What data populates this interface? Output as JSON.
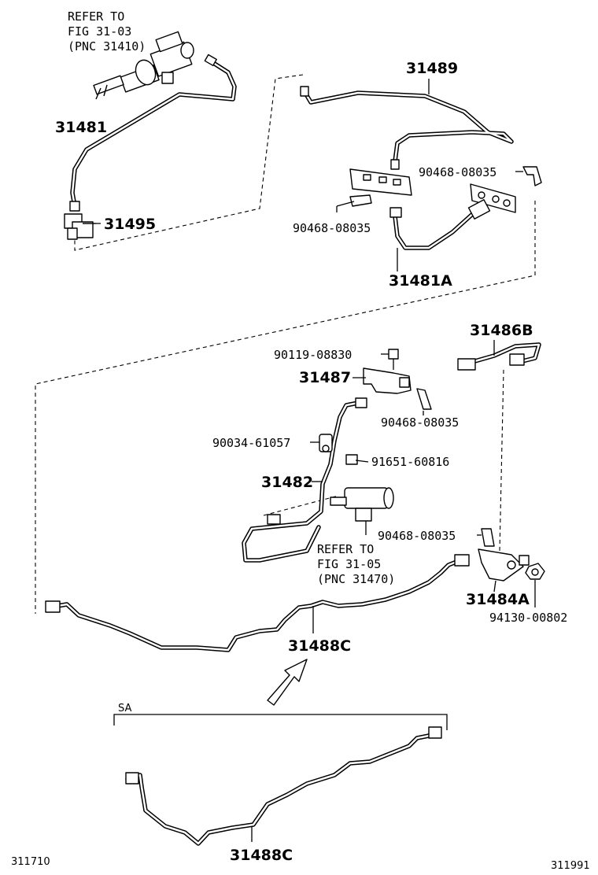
{
  "references": {
    "top": [
      "REFER TO",
      "FIG 31-03",
      "(PNC 31410)"
    ],
    "mid": [
      "REFER TO",
      "FIG 31-05",
      "(PNC 31470)"
    ]
  },
  "parts": {
    "p31481": "31481",
    "p31495": "31495",
    "p31489": "31489",
    "p90468_a": "90468-08035",
    "p90468_b": "90468-08035",
    "p31481A": "31481A",
    "p31486B": "31486B",
    "p90119": "90119-08830",
    "p31487": "31487",
    "p90468_c": "90468-08035",
    "p90034": "90034-61057",
    "p91651": "91651-60816",
    "p31482": "31482",
    "p90468_d": "90468-08035",
    "p31484A": "31484A",
    "p94130": "94130-00802",
    "p31488C": "31488C",
    "p31488C_sa": "31488C"
  },
  "sa_label": "SA",
  "footer": {
    "left_code": "311710",
    "right_code": "311991"
  }
}
